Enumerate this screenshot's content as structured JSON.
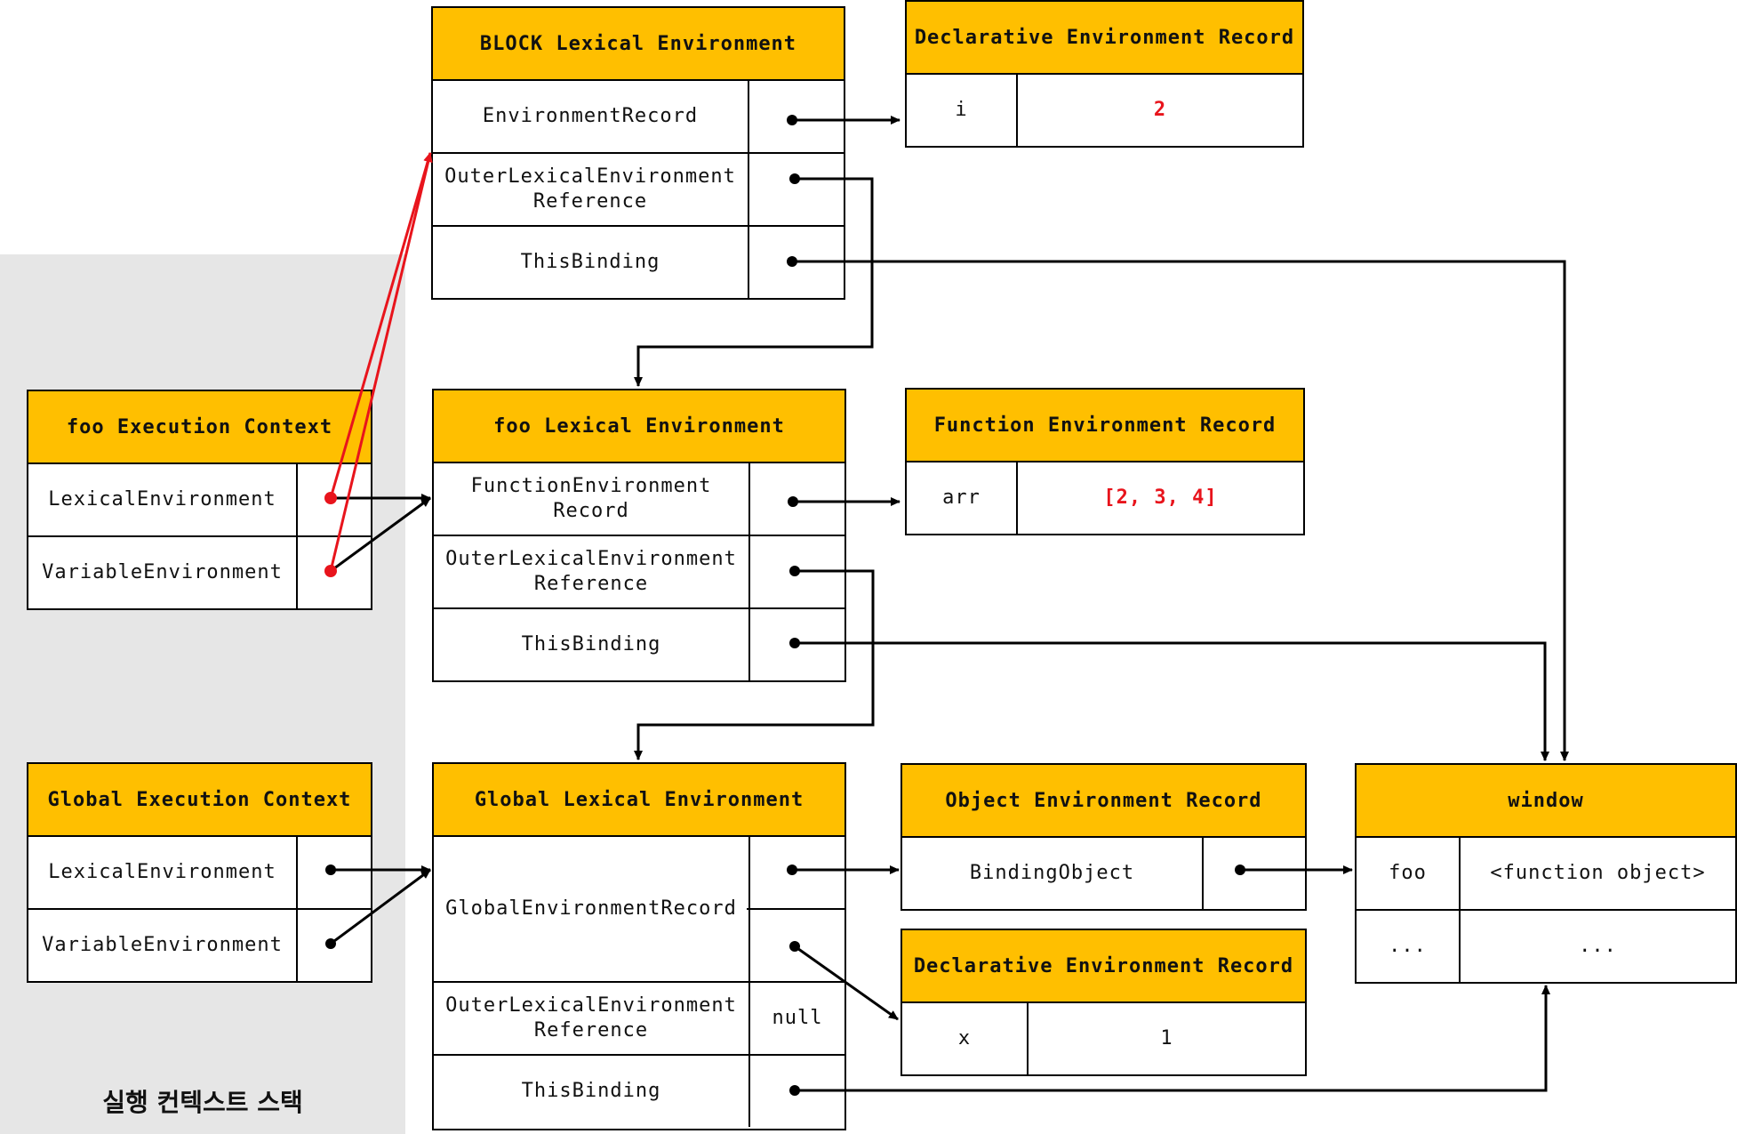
{
  "stack": {
    "label": "실행 컨텍스트 스택"
  },
  "block_env": {
    "title": "BLOCK Lexical Environment",
    "rows": [
      "EnvironmentRecord",
      "OuterLexicalEnvironment\nReference",
      "ThisBinding"
    ]
  },
  "block_decl_record": {
    "title": "Declarative Environment Record",
    "key": "i",
    "value": "2"
  },
  "foo_ctx": {
    "title": "foo Execution Context",
    "rows": [
      "LexicalEnvironment",
      "VariableEnvironment"
    ]
  },
  "foo_env": {
    "title": "foo Lexical Environment",
    "rows": [
      "FunctionEnvironment\nRecord",
      "OuterLexicalEnvironment\nReference",
      "ThisBinding"
    ]
  },
  "func_record": {
    "title": "Function Environment Record",
    "key": "arr",
    "value": "[2, 3, 4]"
  },
  "global_ctx": {
    "title": "Global Execution Context",
    "rows": [
      "LexicalEnvironment",
      "VariableEnvironment"
    ]
  },
  "global_env": {
    "title": "Global Lexical Environment",
    "rows": [
      "GlobalEnvironmentRecord",
      "OuterLexicalEnvironment\nReference",
      "ThisBinding"
    ],
    "outer_value": "null"
  },
  "object_record": {
    "title": "Object Environment Record",
    "key": "BindingObject"
  },
  "global_decl_record": {
    "title": "Declarative Environment Record",
    "key": "x",
    "value": "1"
  },
  "window": {
    "title": "window",
    "rows": [
      {
        "key": "foo",
        "value": "<function object>"
      },
      {
        "key": "...",
        "value": "..."
      }
    ]
  },
  "colors": {
    "header": "#FFBF00",
    "accent_red": "#e8141c",
    "stack_bg": "#e6e6e6"
  }
}
